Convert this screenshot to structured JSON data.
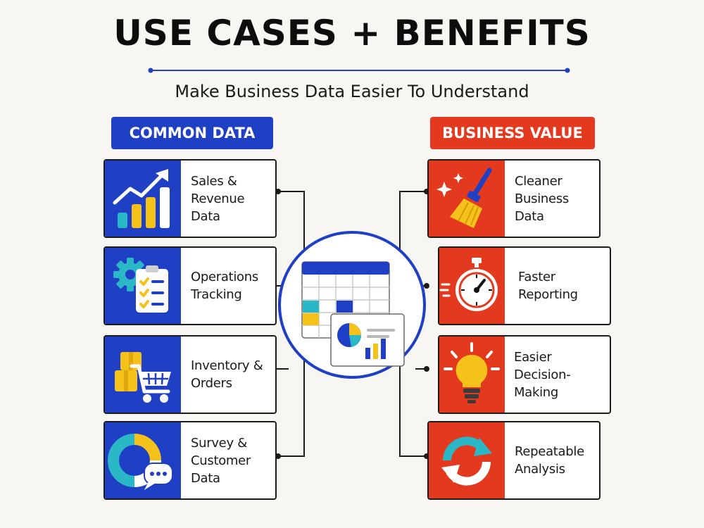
{
  "header": {
    "title": "USE CASES + BENEFITS",
    "subtitle": "Make Business Data Easier To Understand"
  },
  "left_section": {
    "heading": "COMMON DATA",
    "items": [
      {
        "label_line1": "Sales &",
        "label_line2": "Revenue Data",
        "icon": "growth-chart-icon"
      },
      {
        "label_line1": "Operations",
        "label_line2": "Tracking",
        "icon": "gear-checklist-icon"
      },
      {
        "label_line1": "Inventory &",
        "label_line2": "Orders",
        "icon": "boxes-cart-icon"
      },
      {
        "label_line1": "Survey &",
        "label_line2": "Customer Data",
        "icon": "donut-chat-icon"
      }
    ]
  },
  "right_section": {
    "heading": "BUSINESS VALUE",
    "items": [
      {
        "label_line1": "Cleaner",
        "label_line2": "Business Data",
        "icon": "broom-sparkle-icon"
      },
      {
        "label_line1": "Faster",
        "label_line2": "Reporting",
        "icon": "stopwatch-icon"
      },
      {
        "label_line1": "Easier",
        "label_line2": "Decision-Making",
        "icon": "lightbulb-icon"
      },
      {
        "label_line1": "Repeatable",
        "label_line2": "Analysis",
        "icon": "refresh-arrows-icon"
      }
    ]
  },
  "hub": {
    "icon": "spreadsheet-dashboard-icon"
  },
  "colors": {
    "blue": "#1f3fc4",
    "red": "#e33a1f",
    "yellow": "#f5c21b",
    "teal": "#2bb8c6"
  }
}
